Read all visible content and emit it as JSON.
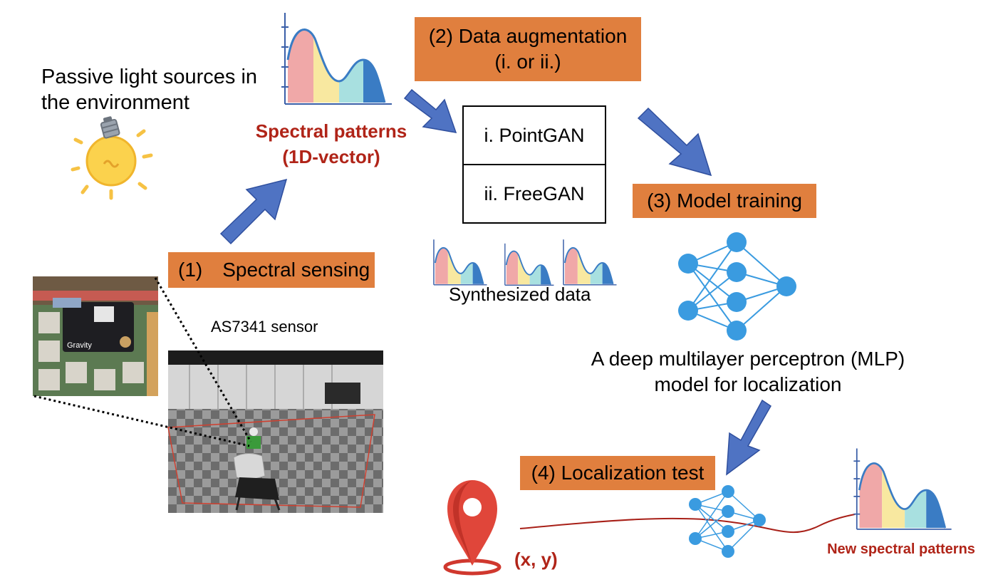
{
  "labels": {
    "light_source_line1": "Passive light sources in",
    "light_source_line2": "the environment",
    "spectral_patterns_line1": "Spectral patterns",
    "spectral_patterns_line2": "(1D-vector)",
    "data_aug_line1": "(2) Data augmentation",
    "data_aug_line2": "(i. or ii.)",
    "pointgan": "i. PointGAN",
    "freegan": "ii. FreeGAN",
    "synthesized": "Synthesized data",
    "model_training": "(3) Model training",
    "spectral_sensing_num": "(1)",
    "spectral_sensing": "Spectral sensing",
    "sensor": "AS7341 sensor",
    "mlp_line1": "A deep multilayer perceptron (MLP)",
    "mlp_line2": "model for localization",
    "localization_test": "(4) Localization test",
    "coords": "(x, y)",
    "new_patterns": "New spectral patterns",
    "board_text": "Gravity"
  },
  "colors": {
    "orange": "#E07F3E",
    "arrow_blue": "#4F73C3",
    "dark_red": "#B02418",
    "node_blue": "#3A9BE0",
    "spectrum_pink": "#F0A8A8",
    "spectrum_yellow": "#F8E8A0",
    "spectrum_cyan": "#A8E0E0",
    "spectrum_blue": "#3A7CC4"
  },
  "icons": [
    "light-bulb-icon",
    "location-pin-icon",
    "neural-network-icon",
    "spectrum-chart-icon"
  ]
}
